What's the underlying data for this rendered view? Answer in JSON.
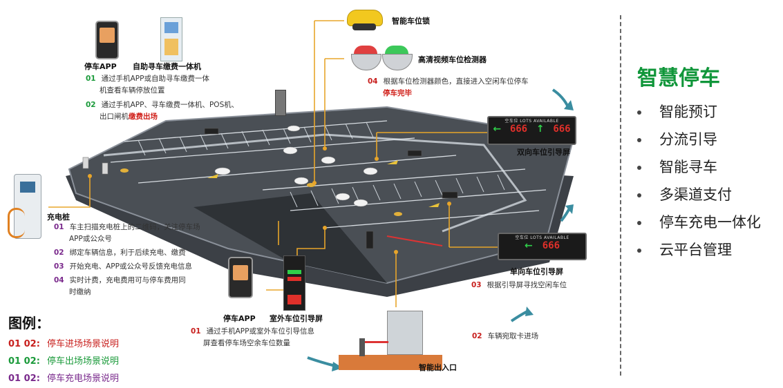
{
  "labels": {
    "smart_lock": "智能车位锁",
    "hd_detector": "高清视频车位检测器",
    "parking_app_top": "停车APP",
    "kiosk": "自助寻车缴费一体机",
    "charger": "充电桩",
    "dual_screen": "双向车位引导屏",
    "single_screen": "单向车位引导屏",
    "parking_app_bottom": "停车APP",
    "outdoor_screen": "室外车位引导屏",
    "entrance": "智能出入口"
  },
  "steps": {
    "top": [
      {
        "num": "01",
        "text": "通过手机APP或自助寻车缴费一体"
      },
      {
        "num": "",
        "text": "机查看车辆停放位置"
      },
      {
        "num": "02",
        "text": "通过手机APP、寻车缴费一体机、POS机、"
      },
      {
        "num": "",
        "text": "出口闸机",
        "highlight": "缴费出场"
      }
    ],
    "detector": [
      {
        "num": "04",
        "text": "根据车位检测器颜色，直接进入空闲车位停车"
      },
      {
        "num": "",
        "text": "",
        "highlight": "停车完毕"
      }
    ],
    "charger": [
      {
        "num": "01",
        "text": "车主扫描充电桩上的二维码，关注停车场"
      },
      {
        "num": "",
        "text": "APP或公众号"
      },
      {
        "num": "02",
        "text": "绑定车辆信息，利于后续充电、缴费"
      },
      {
        "num": "03",
        "text": "开始充电、APP或公众号反馈充电信息"
      },
      {
        "num": "04",
        "text": "实时计费，充电费用可与停车费用同"
      },
      {
        "num": "",
        "text": "时缴纳"
      }
    ],
    "single_screen": {
      "num": "03",
      "text": "根据引导屏寻找空闲车位"
    },
    "outdoor": [
      {
        "num": "01",
        "text": "通过手机APP或室外车位引导信息"
      },
      {
        "num": "",
        "text": "屏查看停车场空余车位数量"
      }
    ],
    "entrance": {
      "num": "02",
      "text": "车辆宛取卡进场"
    }
  },
  "screens": {
    "dual": {
      "title": "空车位 LOTS AVAILABLE",
      "left_value": "666",
      "right_value": "666"
    },
    "single": {
      "title": "空车位 LOTS AVAILABLE",
      "value": "666"
    }
  },
  "legend": {
    "title": "图例：",
    "rows": [
      {
        "nums": "01 02:",
        "text": "停车进场场景说明",
        "color": "#c8201e"
      },
      {
        "nums": "01 02:",
        "text": "停车出场场景说明",
        "color": "#1a9a3a"
      },
      {
        "nums": "01 02:",
        "text": "停车充电场景说明",
        "color": "#7a2a8c"
      }
    ]
  },
  "features": {
    "title": "智慧停车",
    "items": [
      "智能预订",
      "分流引导",
      "智能寻车",
      "多渠道支付",
      "停车充电一体化",
      "云平台管理"
    ]
  },
  "colors": {
    "accent_green": "#10963a",
    "entry_red": "#c8201e",
    "exit_green": "#1a9a3a",
    "charge_purple": "#7a2a8c",
    "connector": "#e8a52a",
    "lot_floor": "#4a4f55"
  }
}
